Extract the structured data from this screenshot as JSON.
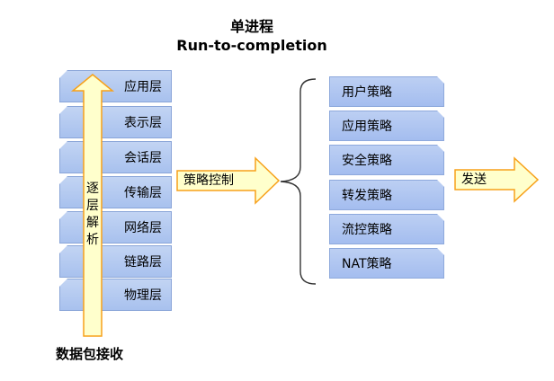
{
  "title": {
    "line1": "单进程",
    "line2": "Run-to-completion"
  },
  "layers": [
    {
      "label": "应用层"
    },
    {
      "label": "表示层"
    },
    {
      "label": "会话层"
    },
    {
      "label": "传输层"
    },
    {
      "label": "网络层"
    },
    {
      "label": "链路层"
    },
    {
      "label": "物理层"
    }
  ],
  "parse_arrow": {
    "chars": [
      "逐",
      "层",
      "解",
      "析"
    ]
  },
  "bottom_label": "数据包接收",
  "policy_arrow": {
    "label": "策略控制"
  },
  "policies": [
    {
      "label": "用户策略"
    },
    {
      "label": "应用策略"
    },
    {
      "label": "安全策略"
    },
    {
      "label": "转发策略"
    },
    {
      "label": "流控策略"
    },
    {
      "label": "NAT策略"
    }
  ],
  "send_arrow": {
    "label": "发送"
  },
  "colors": {
    "layer_fill": "#afc6ef",
    "policy_fill": "#a8c0ef",
    "arrow_fill": "#ffffcc",
    "arrow_stroke": "#f7a11a",
    "brace_stroke": "#333333"
  }
}
